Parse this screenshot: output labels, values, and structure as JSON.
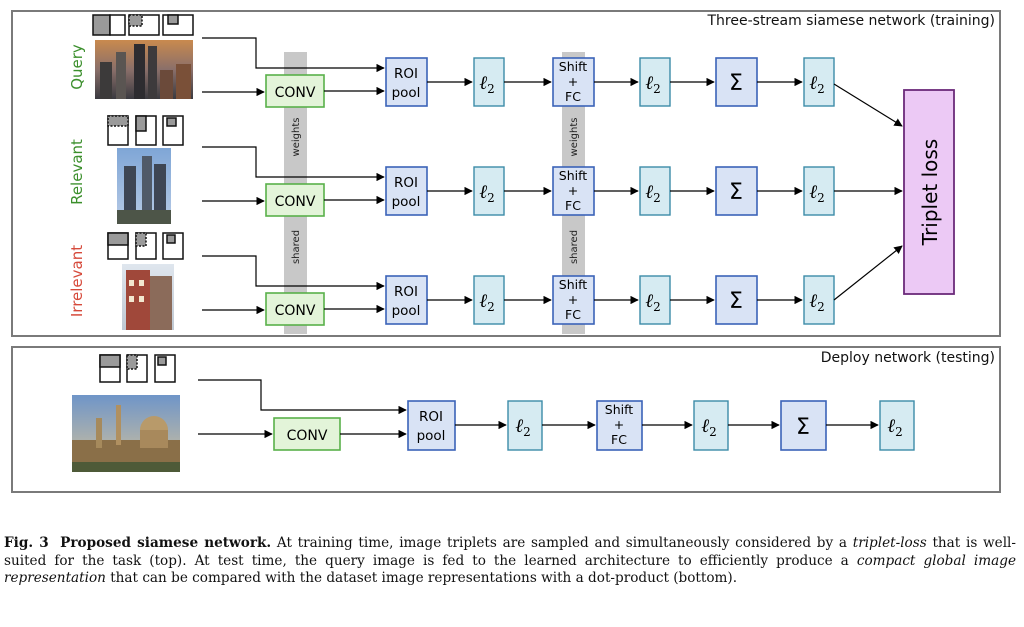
{
  "training": {
    "title": "Three-stream siamese network (training)",
    "streams": [
      {
        "label": "Query",
        "color": "#3b8f2c"
      },
      {
        "label": "Relevant",
        "color": "#3b8f2c"
      },
      {
        "label": "Irrelevant",
        "color": "#d64a3b"
      }
    ],
    "shared_conv_note": [
      "weights",
      "shared"
    ],
    "shared_fc_note": [
      "weights",
      "shared"
    ],
    "loss": "Triplet loss"
  },
  "deploy": {
    "title": "Deploy network (testing)"
  },
  "blocks": {
    "conv": "CONV",
    "roi": [
      "ROI",
      "pool"
    ],
    "l2": "ℓ",
    "l2_sub": "2",
    "shift": [
      "Shift",
      "+",
      "FC"
    ],
    "sum": "Σ"
  },
  "colors": {
    "conv_fill": "#e3f4d9",
    "conv_stroke": "#59b04a",
    "roi_fill": "#d9e3f5",
    "roi_stroke": "#3b63b8",
    "l2_fill": "#d6ebf2",
    "l2_stroke": "#3c8ca8",
    "loss_fill": "#ecc9f5",
    "loss_stroke": "#6b2a7a",
    "frame": "#7a7a7a",
    "shared_band": "#c8c8c8"
  },
  "caption": {
    "label": "Fig. 3",
    "title": "Proposed siamese network.",
    "text_1": " At training time, image triplets are sampled and simultaneously considered by a ",
    "em_1": "triplet-loss",
    "text_2": " that is well-suited for the task (top). At test time, the query image is fed to the learned architecture to efficiently produce a ",
    "em_2": "compact global image representation",
    "text_3": " that can be compared with the dataset image representations with a dot-product (bottom)."
  }
}
